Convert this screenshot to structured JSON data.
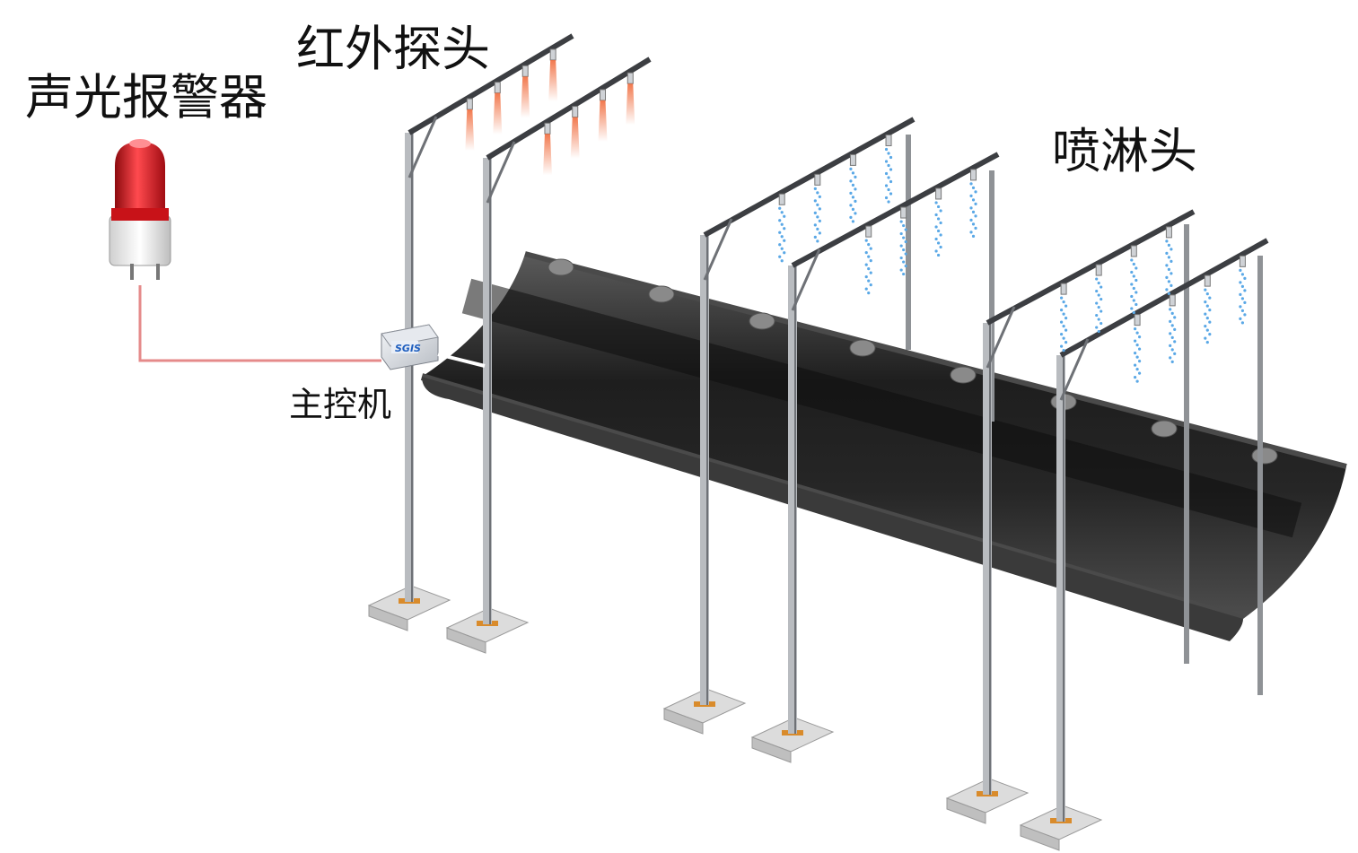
{
  "labels": {
    "infrared_probe": "红外探头",
    "sound_light_alarm": "声光报警器",
    "spray_head": "喷淋头",
    "main_controller": "主控机"
  },
  "controller_logo": "SGIS",
  "colors": {
    "belt": "#1a1a1a",
    "belt_edge": "#4a4a4a",
    "frame": "#b9bcc0",
    "frame_dark": "#6e7176",
    "alarm_red": "#d9141b",
    "wire": "#e58a8a",
    "ir_beam": "#f06a3a",
    "water": "#5aa8e6",
    "foundation": "#dcdcdc"
  },
  "icons": {
    "alarm": "rotating-beacon-icon",
    "controller": "control-box-icon"
  }
}
